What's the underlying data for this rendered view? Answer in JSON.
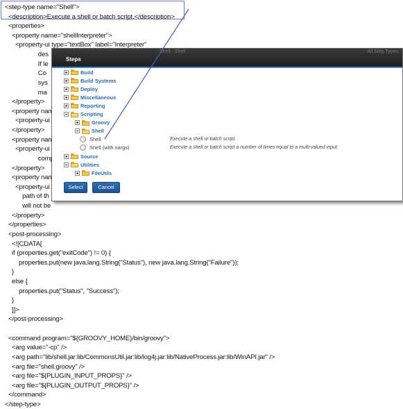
{
  "code_lines": [
    "<step-type name=\"Shell\">",
    "  <description>Execute a shell or batch script.</description>",
    "  <properties>",
    "    <property name=\"shellInterpreter\">",
    "      <property-ui type=\"textBox\" label=\"Interpreter\"",
    "                   des",
    "                   If le",
    "                   Co",
    "                   sys",
    "                   ma",
    "    </property>",
    "    <property name",
    "      <property-ui t",
    "    </property>",
    "    <property name",
    "      <property-ui t",
    "                   complete",
    "    </property>",
    "    <property name",
    "      <property-ui t",
    "          path of th",
    "          will not be",
    "    </property>",
    "  </properties>",
    "  <post-processing>",
    "    <![CDATA[",
    "    if (properties.get(\"exitCode\") != 0) {",
    "        properties.put(new java.lang.String(\"Status\"), new java.lang.String(\"Failure\"));",
    "    }",
    "    else {",
    "        properties.put(\"Status\", \"Success\");",
    "    }",
    "    ]]>",
    "  </post-processing>",
    "",
    "  <command program=\"${GROOVY_HOME}/bin/groovy\">",
    "    <arg value=\"-cp\" />",
    "    <arg path=\"lib/shell.jar:lib/CommonsUtil.jar:lib/log4j.jar:lib/NativeProcess.jar:lib/WinAPI.jar\" />",
    "    <arg file=\"shell.groovy\" />",
    "    <arg file=\"${PLUGIN_INPUT_PROPS}\" />",
    "    <arg file=\"${PLUGIN_OUTPUT_PROPS}\" />",
    "  </command>",
    "</step-type>"
  ],
  "dialog": {
    "ghost_title_left": "Shell - Shell",
    "ghost_title_right": "All Step Types",
    "title": "Steps",
    "tree": [
      {
        "label": "Build",
        "expanded": false,
        "level": 0
      },
      {
        "label": "Build Systems",
        "expanded": false,
        "level": 0
      },
      {
        "label": "Deploy",
        "expanded": false,
        "level": 0
      },
      {
        "label": "Miscellaneous",
        "expanded": false,
        "level": 0
      },
      {
        "label": "Reporting",
        "expanded": false,
        "level": 0
      },
      {
        "label": "Scripting",
        "expanded": true,
        "level": 0
      },
      {
        "label": "Groovy",
        "expanded": false,
        "level": 1
      },
      {
        "label": "Shell",
        "expanded": true,
        "level": 1
      },
      {
        "label": "Shell",
        "leaf": true,
        "level": 2,
        "description": "Execute a shell or batch script."
      },
      {
        "label": "Shell (with xargs)",
        "leaf": true,
        "level": 2,
        "description": "Execute a shell or batch script a number of times equal to a multi-valued input."
      },
      {
        "label": "Source",
        "expanded": false,
        "level": 0
      },
      {
        "label": "Utilities",
        "expanded": true,
        "level": 0
      },
      {
        "label": "FileUtils",
        "expanded": false,
        "level": 1
      }
    ],
    "select_label": "Select",
    "cancel_label": "Cancel"
  },
  "colors": {
    "accent": "#3f86c7",
    "tree_link": "#2a6bb5",
    "button": "#1c5394",
    "titlebar": "#1f1f1f",
    "annotation": "#4a5bb0"
  }
}
